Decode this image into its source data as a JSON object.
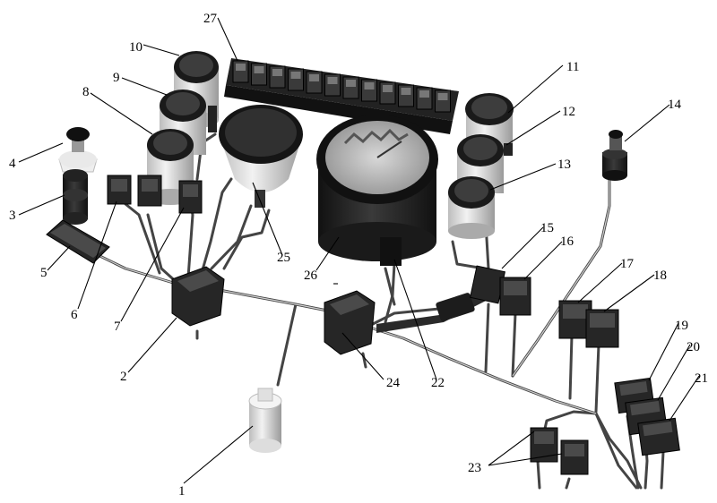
{
  "callouts": {
    "c1": "1",
    "c2": "2",
    "c3": "3",
    "c4": "4",
    "c5": "5",
    "c6": "6",
    "c7": "7",
    "c8": "8",
    "c9": "9",
    "c10": "10",
    "c11": "11",
    "c12": "12",
    "c13": "13",
    "c14": "14",
    "c15": "15",
    "c16": "16",
    "c17": "17",
    "c18": "18",
    "c19": "19",
    "c20": "20",
    "c21": "21",
    "c22": "22",
    "c23": "23",
    "c24": "24",
    "c25": "25",
    "c26": "26",
    "c27": "27"
  },
  "colors": {
    "ink": "#000000",
    "wire": "#444444",
    "component": "#262626",
    "light": "#e6e6e6"
  }
}
